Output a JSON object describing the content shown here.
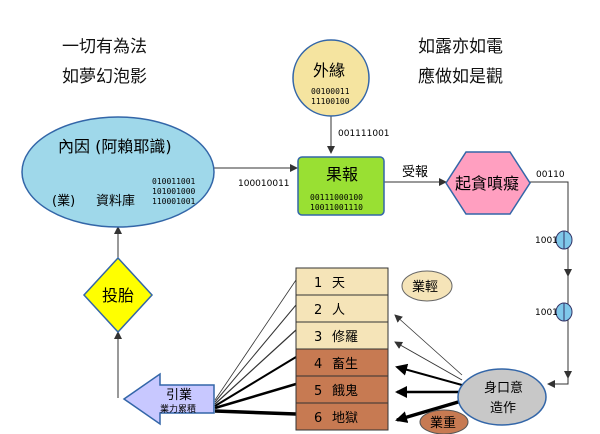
{
  "verse": {
    "left_line1": "一切有為法",
    "left_line2": "如夢幻泡影",
    "right_line1": "如露亦如電",
    "right_line2": "應做如是觀"
  },
  "nodes": {
    "cause": {
      "title": "內因 (阿賴耶識)",
      "tag": "(業)",
      "store": "資料庫",
      "bin1": "010011001",
      "bin2": "101001000",
      "bin3": "110001001"
    },
    "external": {
      "title": "外緣",
      "bin1": "00100011",
      "bin2": "11100100"
    },
    "result": {
      "title": "果報",
      "bin1": "00111000100",
      "bin2": "10011001110"
    },
    "afflictions": {
      "title": "起貪嗔癡"
    },
    "rebirth": {
      "title": "投胎"
    },
    "actions": {
      "line1": "身口意",
      "line2": "造作"
    },
    "karma": {
      "line1": "引業",
      "line2": "業力累積"
    },
    "light_karma": {
      "label": "業輕"
    },
    "heavy_karma": {
      "label": "業重"
    }
  },
  "edges": {
    "to_result_bin": "100010011",
    "external_bin": "001111001",
    "receive_label": "受報",
    "afflictions_bin": "00110",
    "valve1_bin": "1001",
    "valve2_bin": "1001"
  },
  "realms": [
    {
      "num": "1",
      "name": "天"
    },
    {
      "num": "2",
      "name": "人"
    },
    {
      "num": "3",
      "name": "修羅"
    },
    {
      "num": "4",
      "name": "畜生"
    },
    {
      "num": "5",
      "name": "餓鬼"
    },
    {
      "num": "6",
      "name": "地獄"
    }
  ],
  "colors": {
    "cause_fill": "#9fd8ea",
    "external_fill": "#f5e4a0",
    "result_fill": "#99e033",
    "afflictions_fill": "#ff9fc0",
    "rebirth_fill": "#ffff00",
    "karma_fill": "#c8c8ff",
    "actions_fill": "#c8c8c8",
    "realm_upper": "#f5e4b8",
    "realm_lower": "#c77a52",
    "valve_fill": "#7fc8ea"
  }
}
